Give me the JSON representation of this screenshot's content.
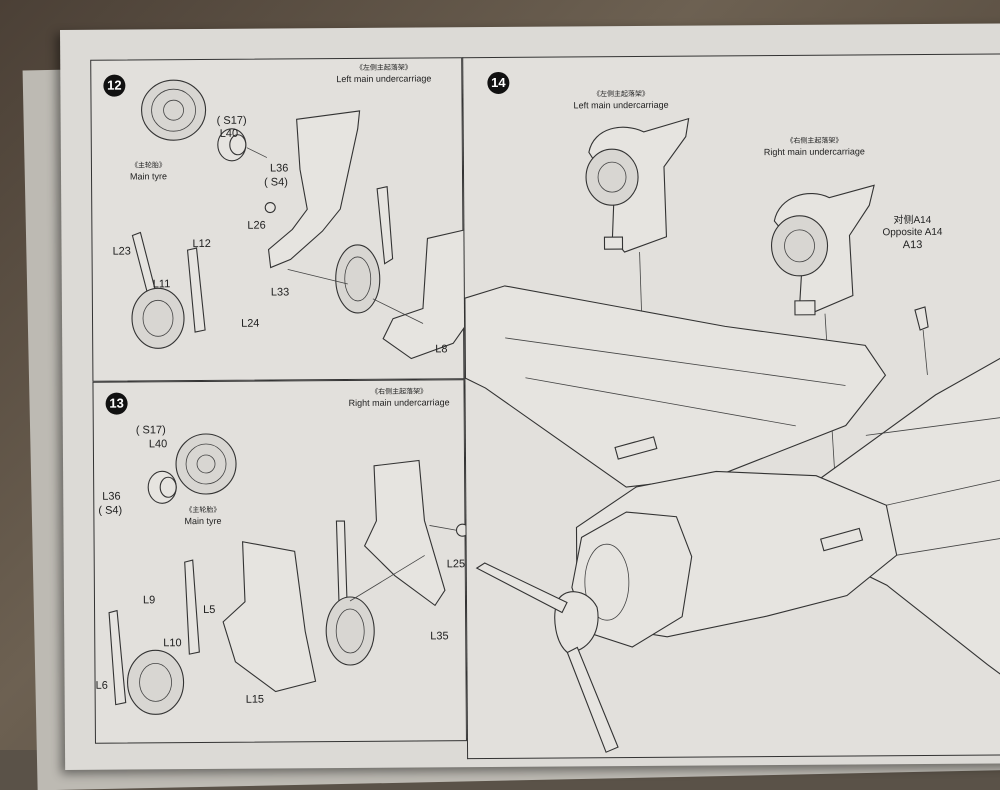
{
  "step12": {
    "number": "12",
    "title_cn": "《左侧主起落架》",
    "title_en": "Left main undercarriage",
    "tyre_cn": "《主轮胎》",
    "tyre_en": "Main tyre",
    "labels": {
      "s17": "( S17)",
      "l40": "L40",
      "l36": "L36",
      "s4": "( S4)",
      "l26": "L26",
      "l12": "L12",
      "l23": "L23",
      "l11": "L11",
      "l24": "L24",
      "l33": "L33",
      "l8": "L8"
    }
  },
  "step13": {
    "number": "13",
    "title_cn": "《右侧主起落架》",
    "title_en": "Right main undercarriage",
    "tyre_cn": "《主轮胎》",
    "tyre_en": "Main tyre",
    "labels": {
      "s17": "( S17)",
      "l40": "L40",
      "l36": "L36",
      "s4": "( S4)",
      "l9": "L9",
      "l5": "L5",
      "l10": "L10",
      "l6": "L6",
      "l15": "L15",
      "l35": "L35",
      "l25": "L25"
    }
  },
  "step14": {
    "number": "14",
    "left_cn": "《左侧主起落架》",
    "left_en": "Left main undercarriage",
    "right_cn": "《右侧主起落架》",
    "right_en": "Right main undercarriage",
    "opp_cn": "对侧A14",
    "opp_en": "Opposite A14",
    "a13": "A13"
  }
}
